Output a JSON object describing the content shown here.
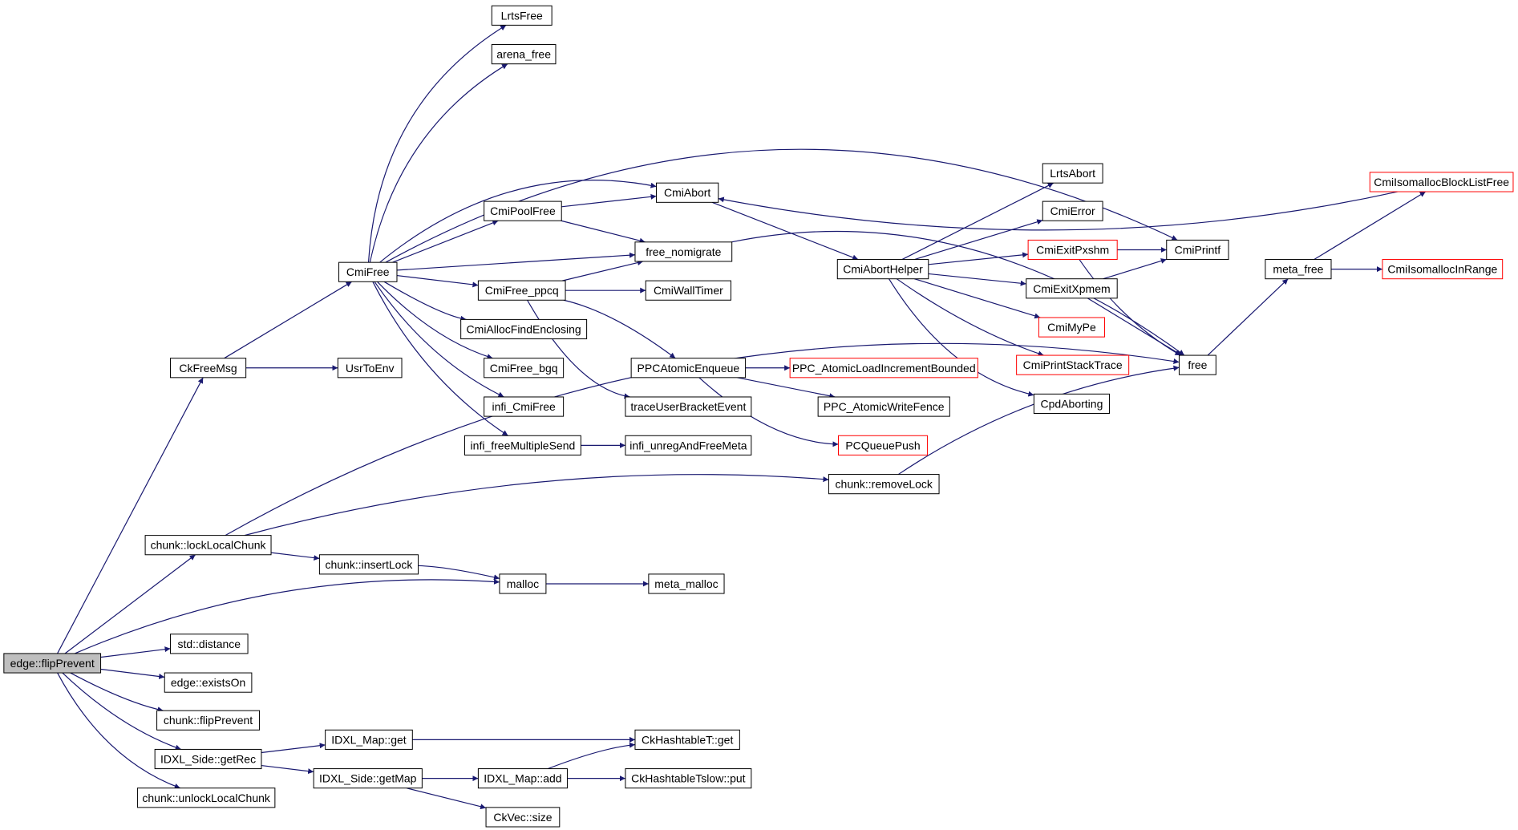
{
  "graph": {
    "colors": {
      "edge": "#191970",
      "node_border": "#000000",
      "node_border_external": "#ff0000",
      "root_fill": "#bfbfbf",
      "node_fill": "#ffffff",
      "text": "#000000"
    },
    "nodes": [
      {
        "id": "edge_flipPrevent",
        "label": "edge::flipPrevent",
        "style": "root"
      },
      {
        "id": "CkFreeMsg",
        "label": "CkFreeMsg",
        "style": "normal"
      },
      {
        "id": "CmiFree",
        "label": "CmiFree",
        "style": "normal"
      },
      {
        "id": "UsrToEnv",
        "label": "UsrToEnv",
        "style": "normal"
      },
      {
        "id": "LrtsFree",
        "label": "LrtsFree",
        "style": "normal"
      },
      {
        "id": "arena_free",
        "label": "arena_free",
        "style": "normal"
      },
      {
        "id": "CmiPoolFree",
        "label": "CmiPoolFree",
        "style": "normal"
      },
      {
        "id": "CmiAbort",
        "label": "CmiAbort",
        "style": "normal"
      },
      {
        "id": "free_nomigrate",
        "label": "free_nomigrate",
        "style": "normal"
      },
      {
        "id": "CmiFree_ppcq",
        "label": "CmiFree_ppcq",
        "style": "normal"
      },
      {
        "id": "CmiWallTimer",
        "label": "CmiWallTimer",
        "style": "normal"
      },
      {
        "id": "CmiAllocFindEnclosing",
        "label": "CmiAllocFindEnclosing",
        "style": "normal"
      },
      {
        "id": "CmiFree_bgq",
        "label": "CmiFree_bgq",
        "style": "normal"
      },
      {
        "id": "infi_CmiFree",
        "label": "infi_CmiFree",
        "style": "normal"
      },
      {
        "id": "infi_freeMultipleSend",
        "label": "infi_freeMultipleSend",
        "style": "normal"
      },
      {
        "id": "infi_unregAndFreeMeta",
        "label": "infi_unregAndFreeMeta",
        "style": "normal"
      },
      {
        "id": "PPCAtomicEnqueue",
        "label": "PPCAtomicEnqueue",
        "style": "normal"
      },
      {
        "id": "traceUserBracketEvent",
        "label": "traceUserBracketEvent",
        "style": "normal"
      },
      {
        "id": "PPC_AtomicLoadIncrementBounded",
        "label": "PPC_AtomicLoadIncrementBounded",
        "style": "external"
      },
      {
        "id": "PPC_AtomicWriteFence",
        "label": "PPC_AtomicWriteFence",
        "style": "normal"
      },
      {
        "id": "PCQueuePush",
        "label": "PCQueuePush",
        "style": "external"
      },
      {
        "id": "CmiAbortHelper",
        "label": "CmiAbortHelper",
        "style": "normal"
      },
      {
        "id": "LrtsAbort",
        "label": "LrtsAbort",
        "style": "normal"
      },
      {
        "id": "CmiError",
        "label": "CmiError",
        "style": "normal"
      },
      {
        "id": "CmiExitPxshm",
        "label": "CmiExitPxshm",
        "style": "external"
      },
      {
        "id": "CmiExitXpmem",
        "label": "CmiExitXpmem",
        "style": "normal"
      },
      {
        "id": "CmiMyPe",
        "label": "CmiMyPe",
        "style": "external"
      },
      {
        "id": "CmiPrintStackTrace",
        "label": "CmiPrintStackTrace",
        "style": "external"
      },
      {
        "id": "CpdAborting",
        "label": "CpdAborting",
        "style": "normal"
      },
      {
        "id": "CmiPrintf",
        "label": "CmiPrintf",
        "style": "normal"
      },
      {
        "id": "free",
        "label": "free",
        "style": "normal"
      },
      {
        "id": "meta_free",
        "label": "meta_free",
        "style": "normal"
      },
      {
        "id": "CmiIsomallocBlockListFree",
        "label": "CmiIsomallocBlockListFree",
        "style": "external"
      },
      {
        "id": "CmiIsomallocInRange",
        "label": "CmiIsomallocInRange",
        "style": "external"
      },
      {
        "id": "chunk_removeLock",
        "label": "chunk::removeLock",
        "style": "normal"
      },
      {
        "id": "chunk_lockLocalChunk",
        "label": "chunk::lockLocalChunk",
        "style": "normal"
      },
      {
        "id": "chunk_insertLock",
        "label": "chunk::insertLock",
        "style": "normal"
      },
      {
        "id": "malloc",
        "label": "malloc",
        "style": "normal"
      },
      {
        "id": "meta_malloc",
        "label": "meta_malloc",
        "style": "normal"
      },
      {
        "id": "std_distance",
        "label": "std::distance",
        "style": "normal"
      },
      {
        "id": "edge_existsOn",
        "label": "edge::existsOn",
        "style": "normal"
      },
      {
        "id": "chunk_flipPrevent",
        "label": "chunk::flipPrevent",
        "style": "normal"
      },
      {
        "id": "IDXL_Side_getRec",
        "label": "IDXL_Side::getRec",
        "style": "normal"
      },
      {
        "id": "IDXL_Map_get",
        "label": "IDXL_Map::get",
        "style": "normal"
      },
      {
        "id": "CkHashtableT_get",
        "label": "CkHashtableT::get",
        "style": "normal"
      },
      {
        "id": "IDXL_Side_getMap",
        "label": "IDXL_Side::getMap",
        "style": "normal"
      },
      {
        "id": "IDXL_Map_add",
        "label": "IDXL_Map::add",
        "style": "normal"
      },
      {
        "id": "CkHashtableTslow_put",
        "label": "CkHashtableTslow::put",
        "style": "normal"
      },
      {
        "id": "CkVec_size",
        "label": "CkVec::size",
        "style": "normal"
      },
      {
        "id": "chunk_unlockLocalChunk",
        "label": "chunk::unlockLocalChunk",
        "style": "normal"
      }
    ],
    "edges": [
      [
        "edge_flipPrevent",
        "CkFreeMsg"
      ],
      [
        "edge_flipPrevent",
        "chunk_lockLocalChunk"
      ],
      [
        "edge_flipPrevent",
        "malloc"
      ],
      [
        "edge_flipPrevent",
        "std_distance"
      ],
      [
        "edge_flipPrevent",
        "edge_existsOn"
      ],
      [
        "edge_flipPrevent",
        "chunk_flipPrevent"
      ],
      [
        "edge_flipPrevent",
        "IDXL_Side_getRec"
      ],
      [
        "edge_flipPrevent",
        "chunk_unlockLocalChunk"
      ],
      [
        "CkFreeMsg",
        "CmiFree"
      ],
      [
        "CkFreeMsg",
        "UsrToEnv"
      ],
      [
        "CmiFree",
        "LrtsFree"
      ],
      [
        "CmiFree",
        "arena_free"
      ],
      [
        "CmiFree",
        "CmiPrintf"
      ],
      [
        "CmiFree",
        "CmiAbort"
      ],
      [
        "CmiFree",
        "CmiPoolFree"
      ],
      [
        "CmiFree",
        "free_nomigrate"
      ],
      [
        "CmiFree",
        "CmiFree_ppcq"
      ],
      [
        "CmiFree",
        "CmiAllocFindEnclosing"
      ],
      [
        "CmiFree",
        "CmiFree_bgq"
      ],
      [
        "CmiFree",
        "infi_CmiFree"
      ],
      [
        "CmiFree",
        "infi_freeMultipleSend"
      ],
      [
        "CmiPoolFree",
        "CmiAbort"
      ],
      [
        "CmiPoolFree",
        "free_nomigrate"
      ],
      [
        "CmiFree_ppcq",
        "free_nomigrate"
      ],
      [
        "CmiFree_ppcq",
        "CmiWallTimer"
      ],
      [
        "CmiFree_ppcq",
        "PPCAtomicEnqueue"
      ],
      [
        "CmiFree_ppcq",
        "traceUserBracketEvent"
      ],
      [
        "infi_freeMultipleSend",
        "infi_unregAndFreeMeta"
      ],
      [
        "PPCAtomicEnqueue",
        "PPC_AtomicLoadIncrementBounded"
      ],
      [
        "PPCAtomicEnqueue",
        "PPC_AtomicWriteFence"
      ],
      [
        "PPCAtomicEnqueue",
        "PCQueuePush"
      ],
      [
        "CmiAbort",
        "CmiAbortHelper"
      ],
      [
        "free_nomigrate",
        "free"
      ],
      [
        "CmiAbortHelper",
        "LrtsAbort"
      ],
      [
        "CmiAbortHelper",
        "CmiError"
      ],
      [
        "CmiAbortHelper",
        "CmiExitPxshm"
      ],
      [
        "CmiAbortHelper",
        "CmiExitXpmem"
      ],
      [
        "CmiAbortHelper",
        "CmiMyPe"
      ],
      [
        "CmiAbortHelper",
        "CmiPrintStackTrace"
      ],
      [
        "CmiAbortHelper",
        "CpdAborting"
      ],
      [
        "CmiExitPxshm",
        "CmiPrintf"
      ],
      [
        "CmiExitPxshm",
        "free"
      ],
      [
        "CmiExitXpmem",
        "CmiPrintf"
      ],
      [
        "CmiExitXpmem",
        "free"
      ],
      [
        "free",
        "meta_free"
      ],
      [
        "meta_free",
        "CmiIsomallocBlockListFree"
      ],
      [
        "meta_free",
        "CmiIsomallocInRange"
      ],
      [
        "CmiIsomallocBlockListFree",
        "CmiAbort"
      ],
      [
        "chunk_lockLocalChunk",
        "chunk_removeLock"
      ],
      [
        "chunk_lockLocalChunk",
        "chunk_insertLock"
      ],
      [
        "chunk_lockLocalChunk",
        "free"
      ],
      [
        "chunk_removeLock",
        "free"
      ],
      [
        "chunk_insertLock",
        "malloc"
      ],
      [
        "malloc",
        "meta_malloc"
      ],
      [
        "IDXL_Side_getRec",
        "IDXL_Map_get"
      ],
      [
        "IDXL_Side_getRec",
        "IDXL_Side_getMap"
      ],
      [
        "IDXL_Map_get",
        "CkHashtableT_get"
      ],
      [
        "IDXL_Side_getMap",
        "IDXL_Map_add"
      ],
      [
        "IDXL_Side_getMap",
        "CkVec_size"
      ],
      [
        "IDXL_Map_add",
        "CkHashtableT_get"
      ],
      [
        "IDXL_Map_add",
        "CkHashtableTslow_put"
      ]
    ]
  }
}
